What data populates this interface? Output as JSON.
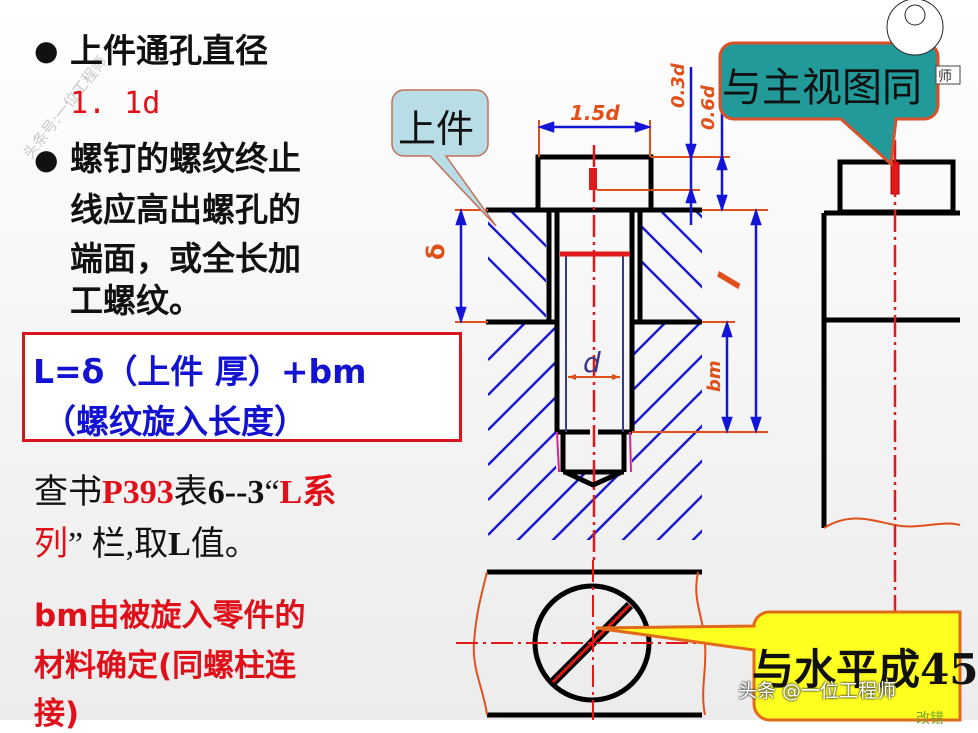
{
  "slide": {
    "bullets": [
      {
        "text": "上件通孔直径",
        "value": "1. 1d"
      },
      {
        "lines": [
          "螺钉的螺纹终止",
          "线应高出螺孔的",
          "端面，或全长加",
          "工螺纹。"
        ]
      }
    ],
    "formula": {
      "line1": "L=δ（上件  厚）+bm",
      "line2": "（螺纹旋入长度）"
    },
    "lookup": {
      "part1": "查书",
      "page": "P393",
      "part2": "表",
      "table": "6--3",
      "quote_open": "“",
      "series_a": "L系",
      "series_b": "列",
      "quote_close": "”",
      "part3": " 栏,取",
      "L": "L",
      "part4": "值。"
    },
    "note": {
      "lines": [
        "bm由被旋入零件的",
        "材料确定(同螺柱连",
        "接)"
      ]
    },
    "watermark_diag": "头条号:一位工程师",
    "footer_watermark": "头条 @一位工程师",
    "corner_label": "师",
    "corner_partial": "改错"
  },
  "diagram": {
    "callouts": [
      {
        "id": "upper-part",
        "text": "上件",
        "fill": "#b9dde6",
        "border": "#c0705a"
      },
      {
        "id": "same-as-front",
        "text": "与主视图同",
        "fill": "#229a9a",
        "border": "#d9502a"
      },
      {
        "id": "45deg",
        "text": "与水平成45",
        "fill": "#ffff20",
        "border": "#e06a1a"
      }
    ],
    "dimensions": {
      "head_width": "1.5d",
      "slot_depth": "0.3d",
      "head_height": "0.6d",
      "thickness": "δ",
      "length": "l",
      "engagement": "bm",
      "diameter": "d"
    },
    "colors": {
      "outline": "#000000",
      "hatch": "#1a1ad0",
      "center_line": "#e01a1a",
      "dim_line": "#e0501a",
      "dim_arrow": "#1414d8",
      "thread": "#3a3a8a",
      "dim_text": "#e0501a"
    }
  }
}
